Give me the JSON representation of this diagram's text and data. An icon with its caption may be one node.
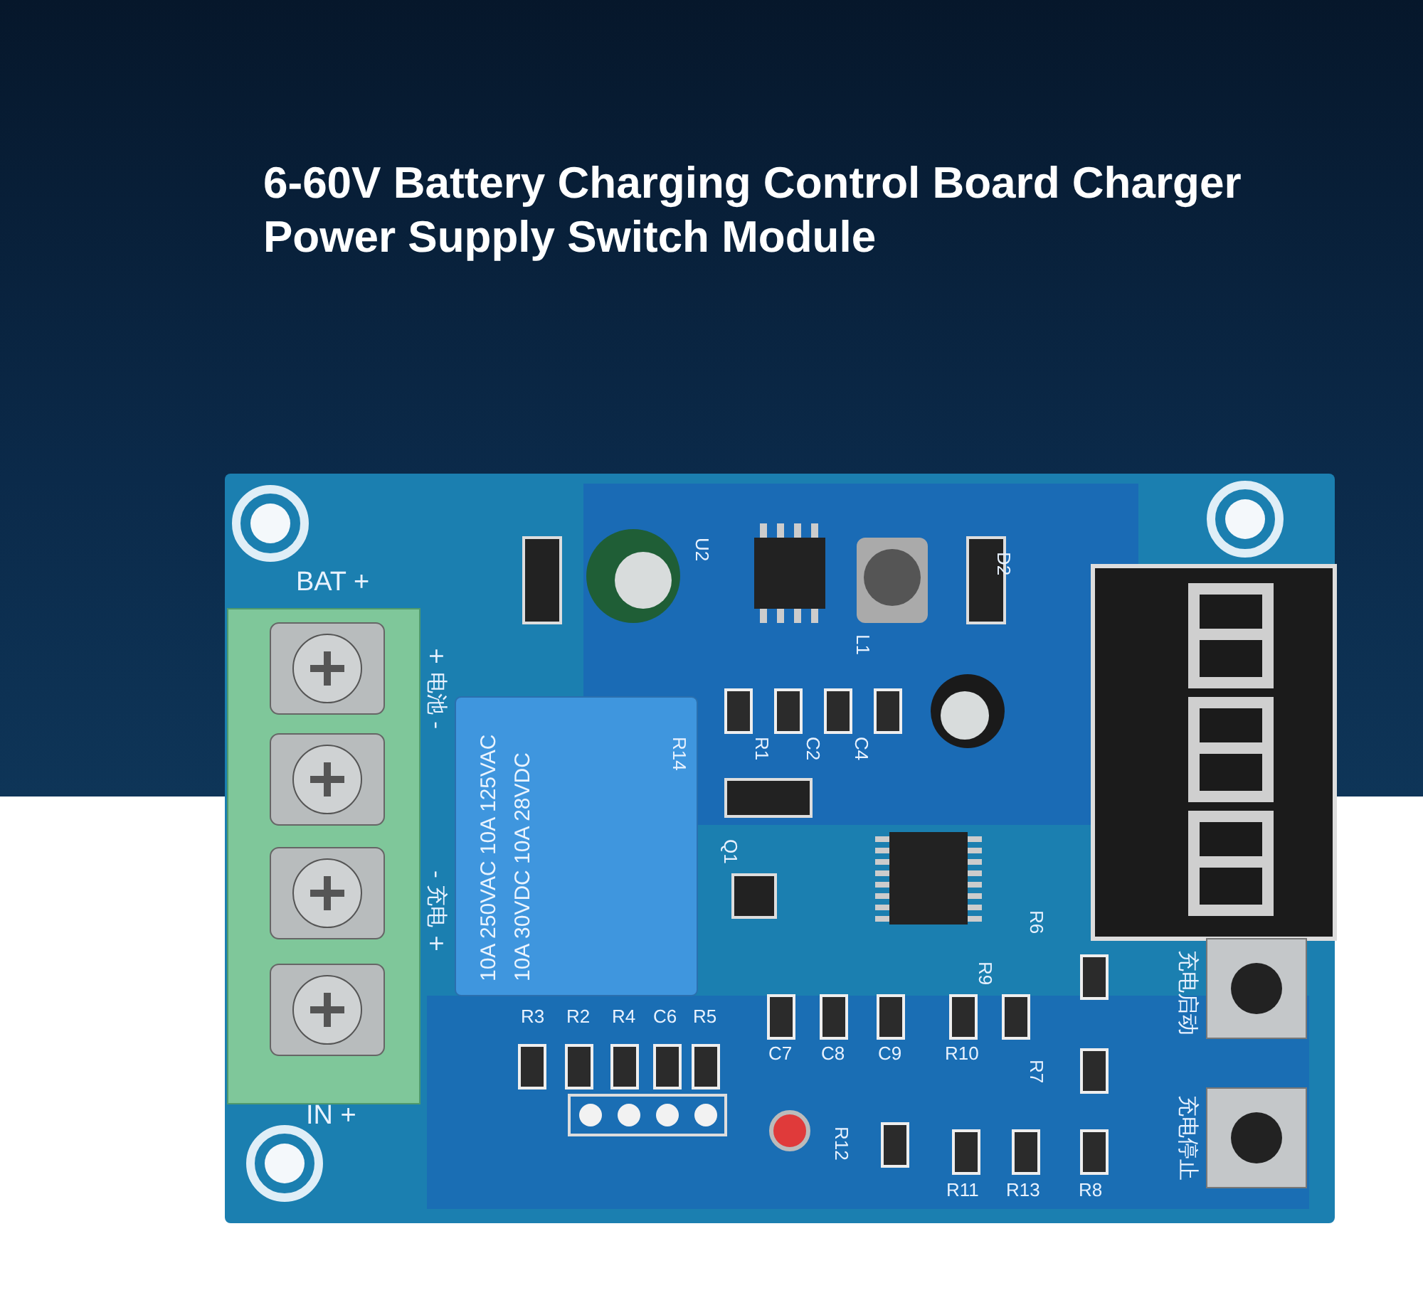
{
  "diagram": {
    "title": "6-60V Battery Charging Control Board Charger Power Supply Switch Module",
    "labels": [
      "BAT +",
      "U2",
      "L1",
      "D2",
      "R14",
      "R1",
      "C2",
      "C4",
      "Q1",
      "+ 电池 -",
      "10A 250VAC 10A 125VAC",
      "10A 30VDC 10A 28VDC",
      "- 充电 +",
      "R6",
      "充电启动",
      "R3",
      "R2",
      "R4",
      "C6",
      "R5",
      "C7",
      "C8",
      "C9",
      "R10",
      "R9",
      "R7",
      "IN +",
      "R12",
      "R11",
      "R13",
      "R8",
      "充电停止"
    ]
  }
}
